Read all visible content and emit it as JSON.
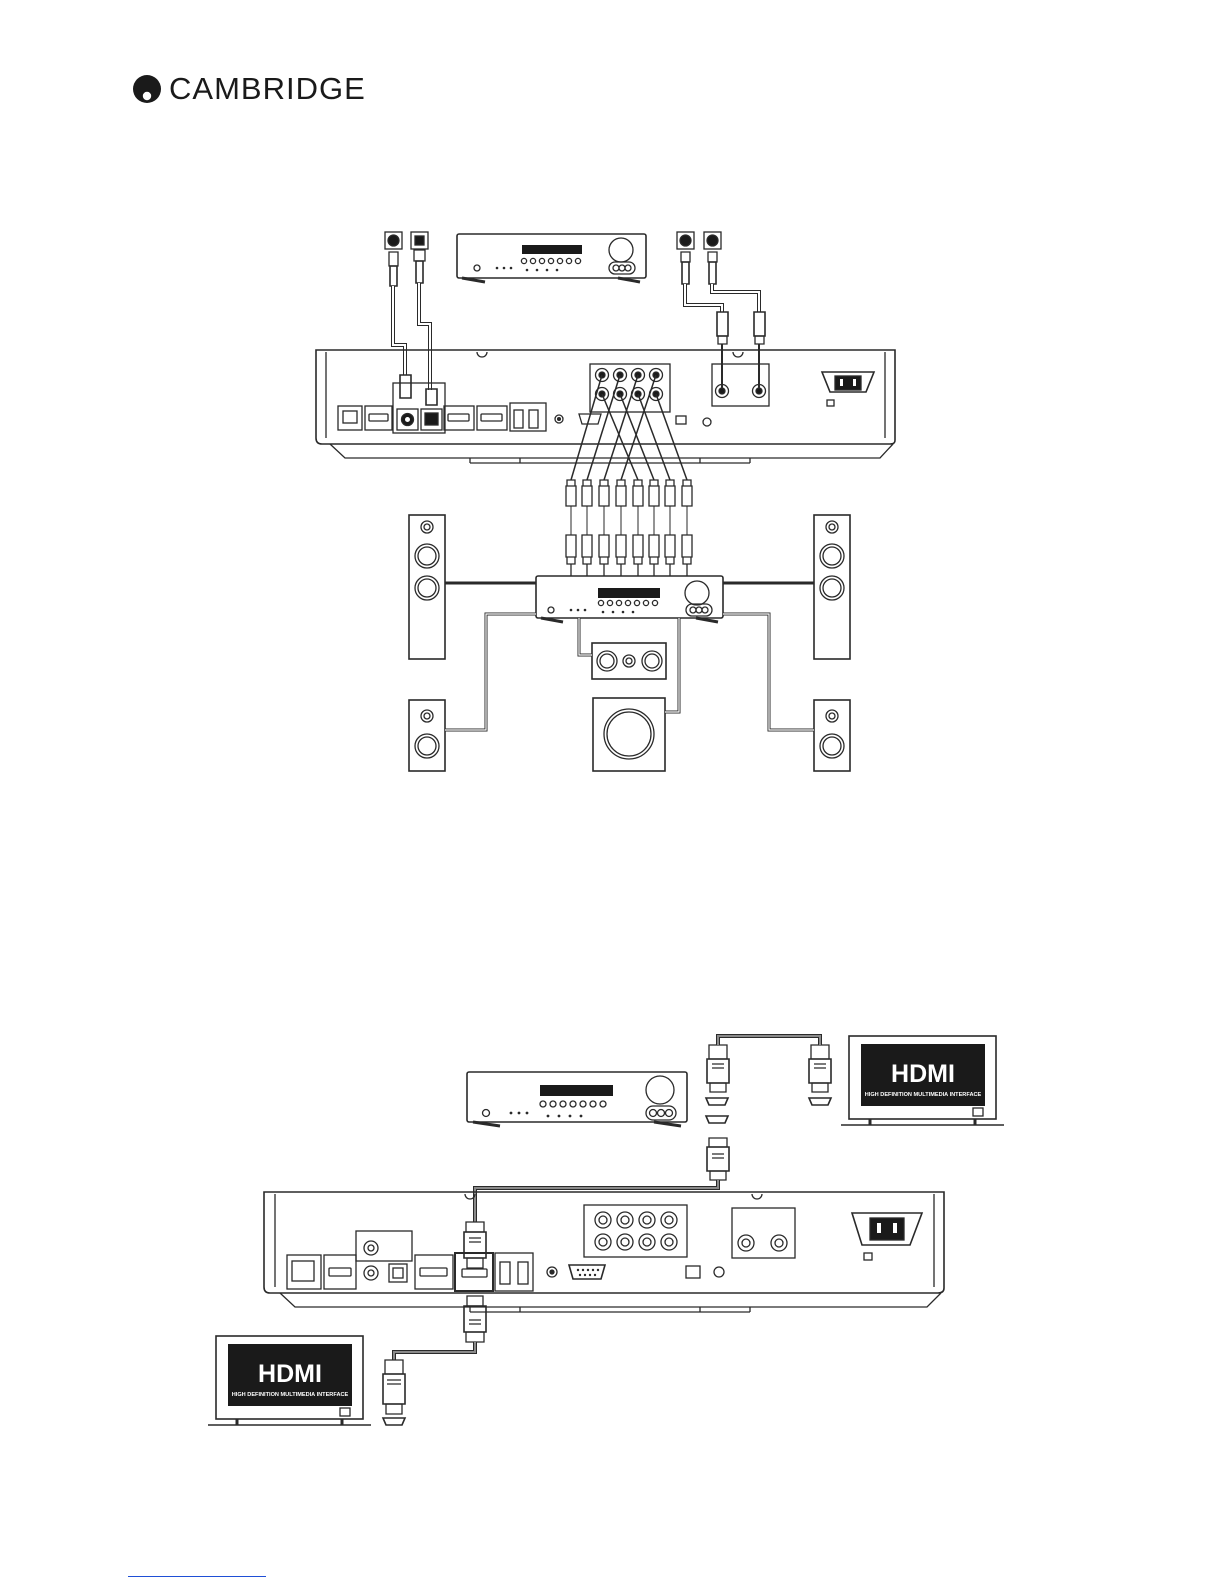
{
  "brand": {
    "name": "CAMBRIDGE",
    "logo_icon": "cambridge-logo-icon",
    "color": "#1a1a1a"
  },
  "hdmi_logo": {
    "wordmark": "HDMI",
    "tagline": "HIGH DEFINITION MULTIMEDIA INTERFACE"
  },
  "colors": {
    "line": "#2a2a2a",
    "cable_grey": "#8a8a8a",
    "footer_link": "#1f4fd6"
  }
}
